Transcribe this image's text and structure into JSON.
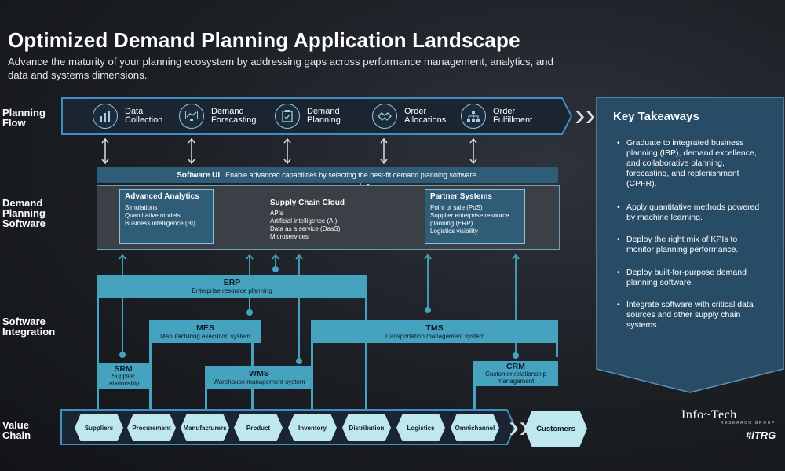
{
  "title": "Optimized Demand Planning Application Landscape",
  "subtitle": "Advance the maturity of your planning ecosystem by addressing gaps across performance management, analytics, and data and systems dimensions.",
  "row_labels": {
    "planning_flow": [
      "Planning",
      "Flow"
    ],
    "demand_planning_software": [
      "Demand",
      "Planning",
      "Software"
    ],
    "software_integration": [
      "Software",
      "Integration"
    ],
    "value_chain": [
      "Value",
      "Chain"
    ]
  },
  "planning_flow": [
    {
      "lines": [
        "Data",
        "Collection"
      ],
      "icon": "bar-chart-icon"
    },
    {
      "lines": [
        "Demand",
        "Forecasting"
      ],
      "icon": "line-chart-monitor-icon"
    },
    {
      "lines": [
        "Demand",
        "Planning"
      ],
      "icon": "clipboard-check-icon"
    },
    {
      "lines": [
        "Order",
        "Allocations"
      ],
      "icon": "handshake-icon"
    },
    {
      "lines": [
        "Order",
        "Fulfillment"
      ],
      "icon": "hierarchy-icon"
    }
  ],
  "software_ui": {
    "label": "Software UI",
    "text": "Enable advanced capabilities by selecting the best-fit demand planning software."
  },
  "advanced_analytics": {
    "title": "Advanced Analytics",
    "items": [
      "Simulations",
      "Quantitative models",
      "Business intelligence (BI)"
    ]
  },
  "supply_chain_cloud": {
    "title": "Supply Chain Cloud",
    "items": [
      "APIs",
      "Artificial intelligence (AI)",
      "Data as a service (DaaS)",
      "Microservices"
    ]
  },
  "partner_systems": {
    "title": "Partner Systems",
    "items": [
      "Point of sale (PoS)",
      "Supplier enterprise resource",
      "planning (ERP)",
      "Logistics visibility"
    ]
  },
  "erp": {
    "name": "ERP",
    "desc": "Enterprise resource planning"
  },
  "mes": {
    "name": "MES",
    "desc": "Manufacturing execution system"
  },
  "tms": {
    "name": "TMS",
    "desc": "Transportation management system"
  },
  "srm": {
    "name": "SRM",
    "desc": "Supplier relationship management"
  },
  "wms": {
    "name": "WMS",
    "desc": "Warehouse management system"
  },
  "crm": {
    "name": "CRM",
    "desc": "Customer relationship management"
  },
  "value_chain": [
    "Suppliers",
    "Procurement",
    "Manufacturers",
    "Product",
    "Inventory",
    "Distribution",
    "Logistics",
    "Omnichannel"
  ],
  "customers": "Customers",
  "key_takeaways": {
    "title": "Key Takeaways",
    "items": [
      "Graduate to integrated business planning (IBP), demand excellence, and collaborative planning, forecasting, and replenishment (CPFR).",
      "Apply quantitative methods powered by machine learning.",
      "Deploy the right mix of KPIs to monitor planning performance.",
      "Deploy built-for-purpose demand planning software.",
      "Integrate software with critical data sources and other supply chain systems."
    ]
  },
  "logo": {
    "name": "Info~Tech",
    "sub": "RESEARCH GROUP",
    "tag": "#iTRG"
  },
  "colors": {
    "accent": "#46a3c0",
    "panel": "#2f5d78",
    "hex_fill": "#bfe7ef",
    "takeaway_bg": "#294c66"
  }
}
